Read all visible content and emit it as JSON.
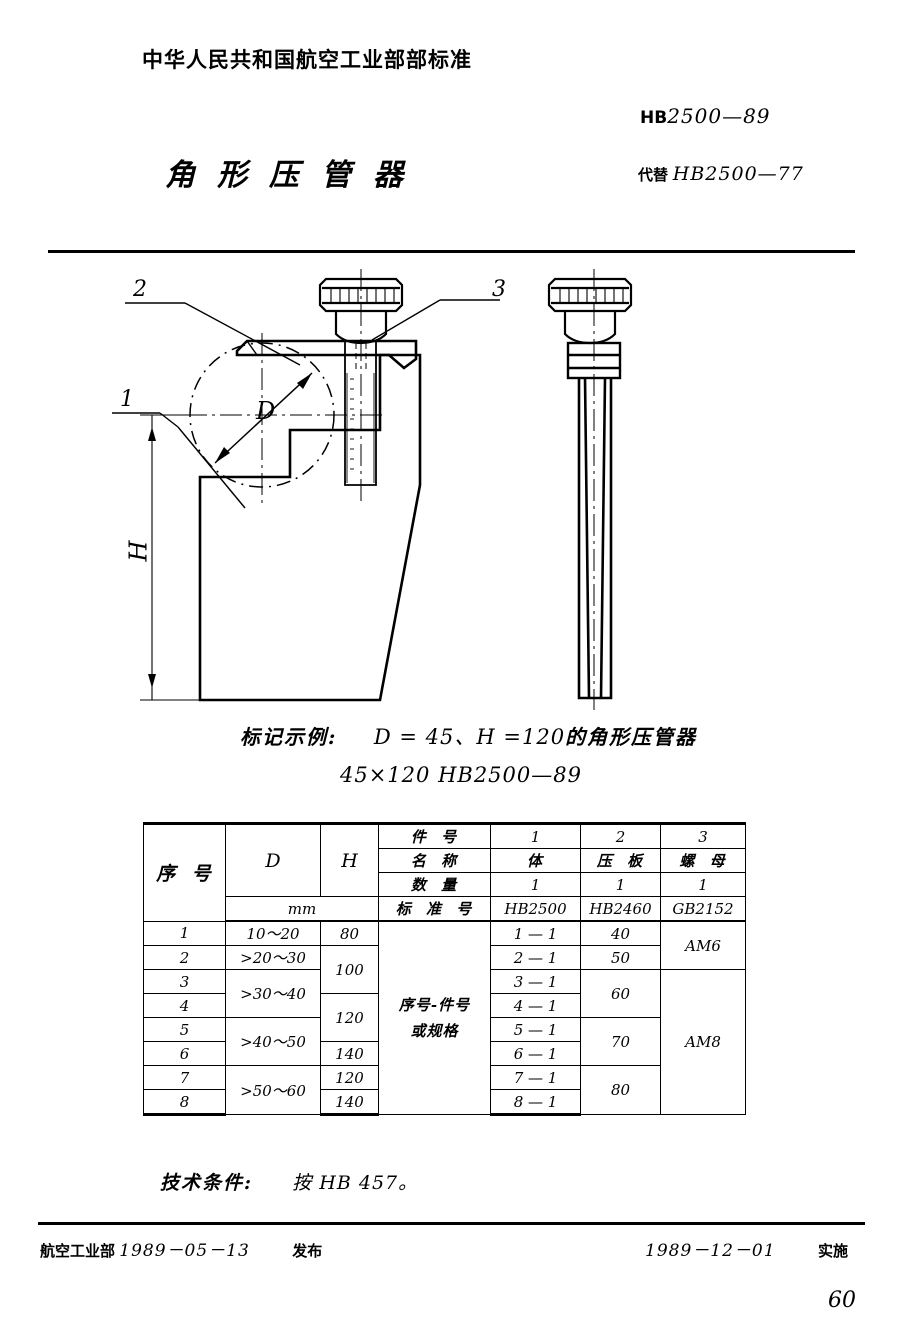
{
  "header": {
    "organization": "中华人民共和国航空工业部部标准",
    "standard_prefix": "HB",
    "standard_number": "2500—89",
    "title": "角形压管器",
    "replaces_label": "代替",
    "replaces_value": "HB2500—77"
  },
  "drawing": {
    "callouts": [
      {
        "id": "1",
        "label": "1"
      },
      {
        "id": "2",
        "label": "2"
      },
      {
        "id": "3",
        "label": "3"
      }
    ],
    "dimension_d": "D",
    "dimension_h": "H"
  },
  "marking": {
    "label": "标记示例:",
    "line1_expr": "D = 45、H =120",
    "line1_zh": "的角形压管器",
    "line2": "45×120  HB2500—89"
  },
  "table": {
    "col_seq": "序 号",
    "col_d": "D",
    "col_h": "H",
    "unit": "mm",
    "row_part_no": "件  号",
    "row_name": "名  称",
    "row_qty": "数  量",
    "row_std_no": "标 准 号",
    "middle_note_line1": "序号-件号",
    "middle_note_line2": "或规格",
    "parts": [
      {
        "no": "1",
        "name": "体",
        "qty": "1",
        "std": "HB2500"
      },
      {
        "no": "2",
        "name": "压 板",
        "qty": "1",
        "std": "HB2460"
      },
      {
        "no": "3",
        "name": "螺 母",
        "qty": "1",
        "std": "GB2152"
      }
    ],
    "rows": [
      {
        "seq": "1",
        "d": "10～20",
        "h": "80",
        "part1": "1 — 1",
        "part2": "40",
        "part3": "AM6"
      },
      {
        "seq": "2",
        "d": ">20～30",
        "h": "100",
        "part1": "2 — 1",
        "part2": "50",
        "part3": ""
      },
      {
        "seq": "3",
        "d": ">30～40",
        "h": "",
        "part1": "3 — 1",
        "part2": "60",
        "part3": "AM8"
      },
      {
        "seq": "4",
        "d": "",
        "h": "120",
        "part1": "4 — 1",
        "part2": "",
        "part3": ""
      },
      {
        "seq": "5",
        "d": ">40～50",
        "h": "",
        "part1": "5 — 1",
        "part2": "70",
        "part3": ""
      },
      {
        "seq": "6",
        "d": "",
        "h": "140",
        "part1": "6 — 1",
        "part2": "",
        "part3": ""
      },
      {
        "seq": "7",
        "d": ">50～60",
        "h": "120",
        "part1": "7 — 1",
        "part2": "80",
        "part3": ""
      },
      {
        "seq": "8",
        "d": "",
        "h": "140",
        "part1": "8 — 1",
        "part2": "",
        "part3": ""
      }
    ]
  },
  "tech": {
    "label": "技术条件:",
    "value": "按 HB 457。"
  },
  "footer": {
    "issuer": "航空工业部",
    "issue_date": "1989－05－13",
    "issue_verb": "发布",
    "effective_date": "1989－12－01",
    "effective_verb": "实施",
    "page_number": "60"
  }
}
